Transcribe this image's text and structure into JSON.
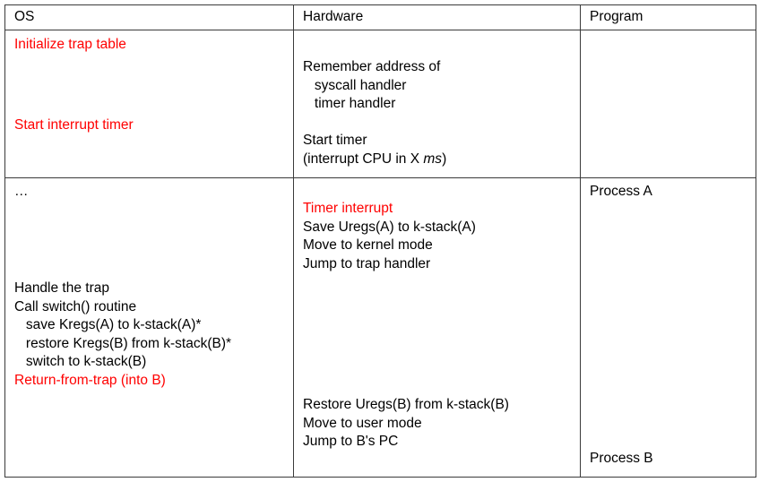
{
  "table": {
    "columns": [
      {
        "key": "os",
        "header": "OS"
      },
      {
        "key": "hardware",
        "header": "Hardware"
      },
      {
        "key": "program",
        "header": "Program"
      }
    ],
    "colors": {
      "highlight": "#ff0000",
      "text": "#000000",
      "border": "#3a3a3a",
      "background": "#ffffff"
    },
    "rows": [
      {
        "id": "boot-row",
        "os": {
          "initialize_trap_table": "Initialize trap table",
          "start_interrupt_timer": "Start interrupt timer"
        },
        "hardware": {
          "remember_address": "Remember address of\n   syscall handler\n   timer handler",
          "start_timer_line1": "Start timer",
          "start_timer_line2_pre": "(interrupt CPU in X ",
          "start_timer_line2_italic": "ms",
          "start_timer_line2_post": ")"
        },
        "program": {
          "value": ""
        }
      },
      {
        "id": "context-switch-row",
        "os": {
          "ellipsis": "…",
          "handle_the_trap": "Handle the trap\nCall switch() routine\n   save Kregs(A) to k-stack(A)*\n   restore Kregs(B) from k-stack(B)*\n   switch to k-stack(B)",
          "return_from_trap": "Return-from-trap (into B)"
        },
        "hardware": {
          "timer_interrupt": "Timer interrupt",
          "save_uregs": "Save Uregs(A) to k-stack(A)\nMove to kernel mode\nJump to trap handler",
          "restore_uregs": "Restore Uregs(B) from k-stack(B)\nMove to user mode\nJump to B's PC"
        },
        "program": {
          "process_a": "Process A",
          "process_b": "Process B"
        }
      }
    ]
  }
}
